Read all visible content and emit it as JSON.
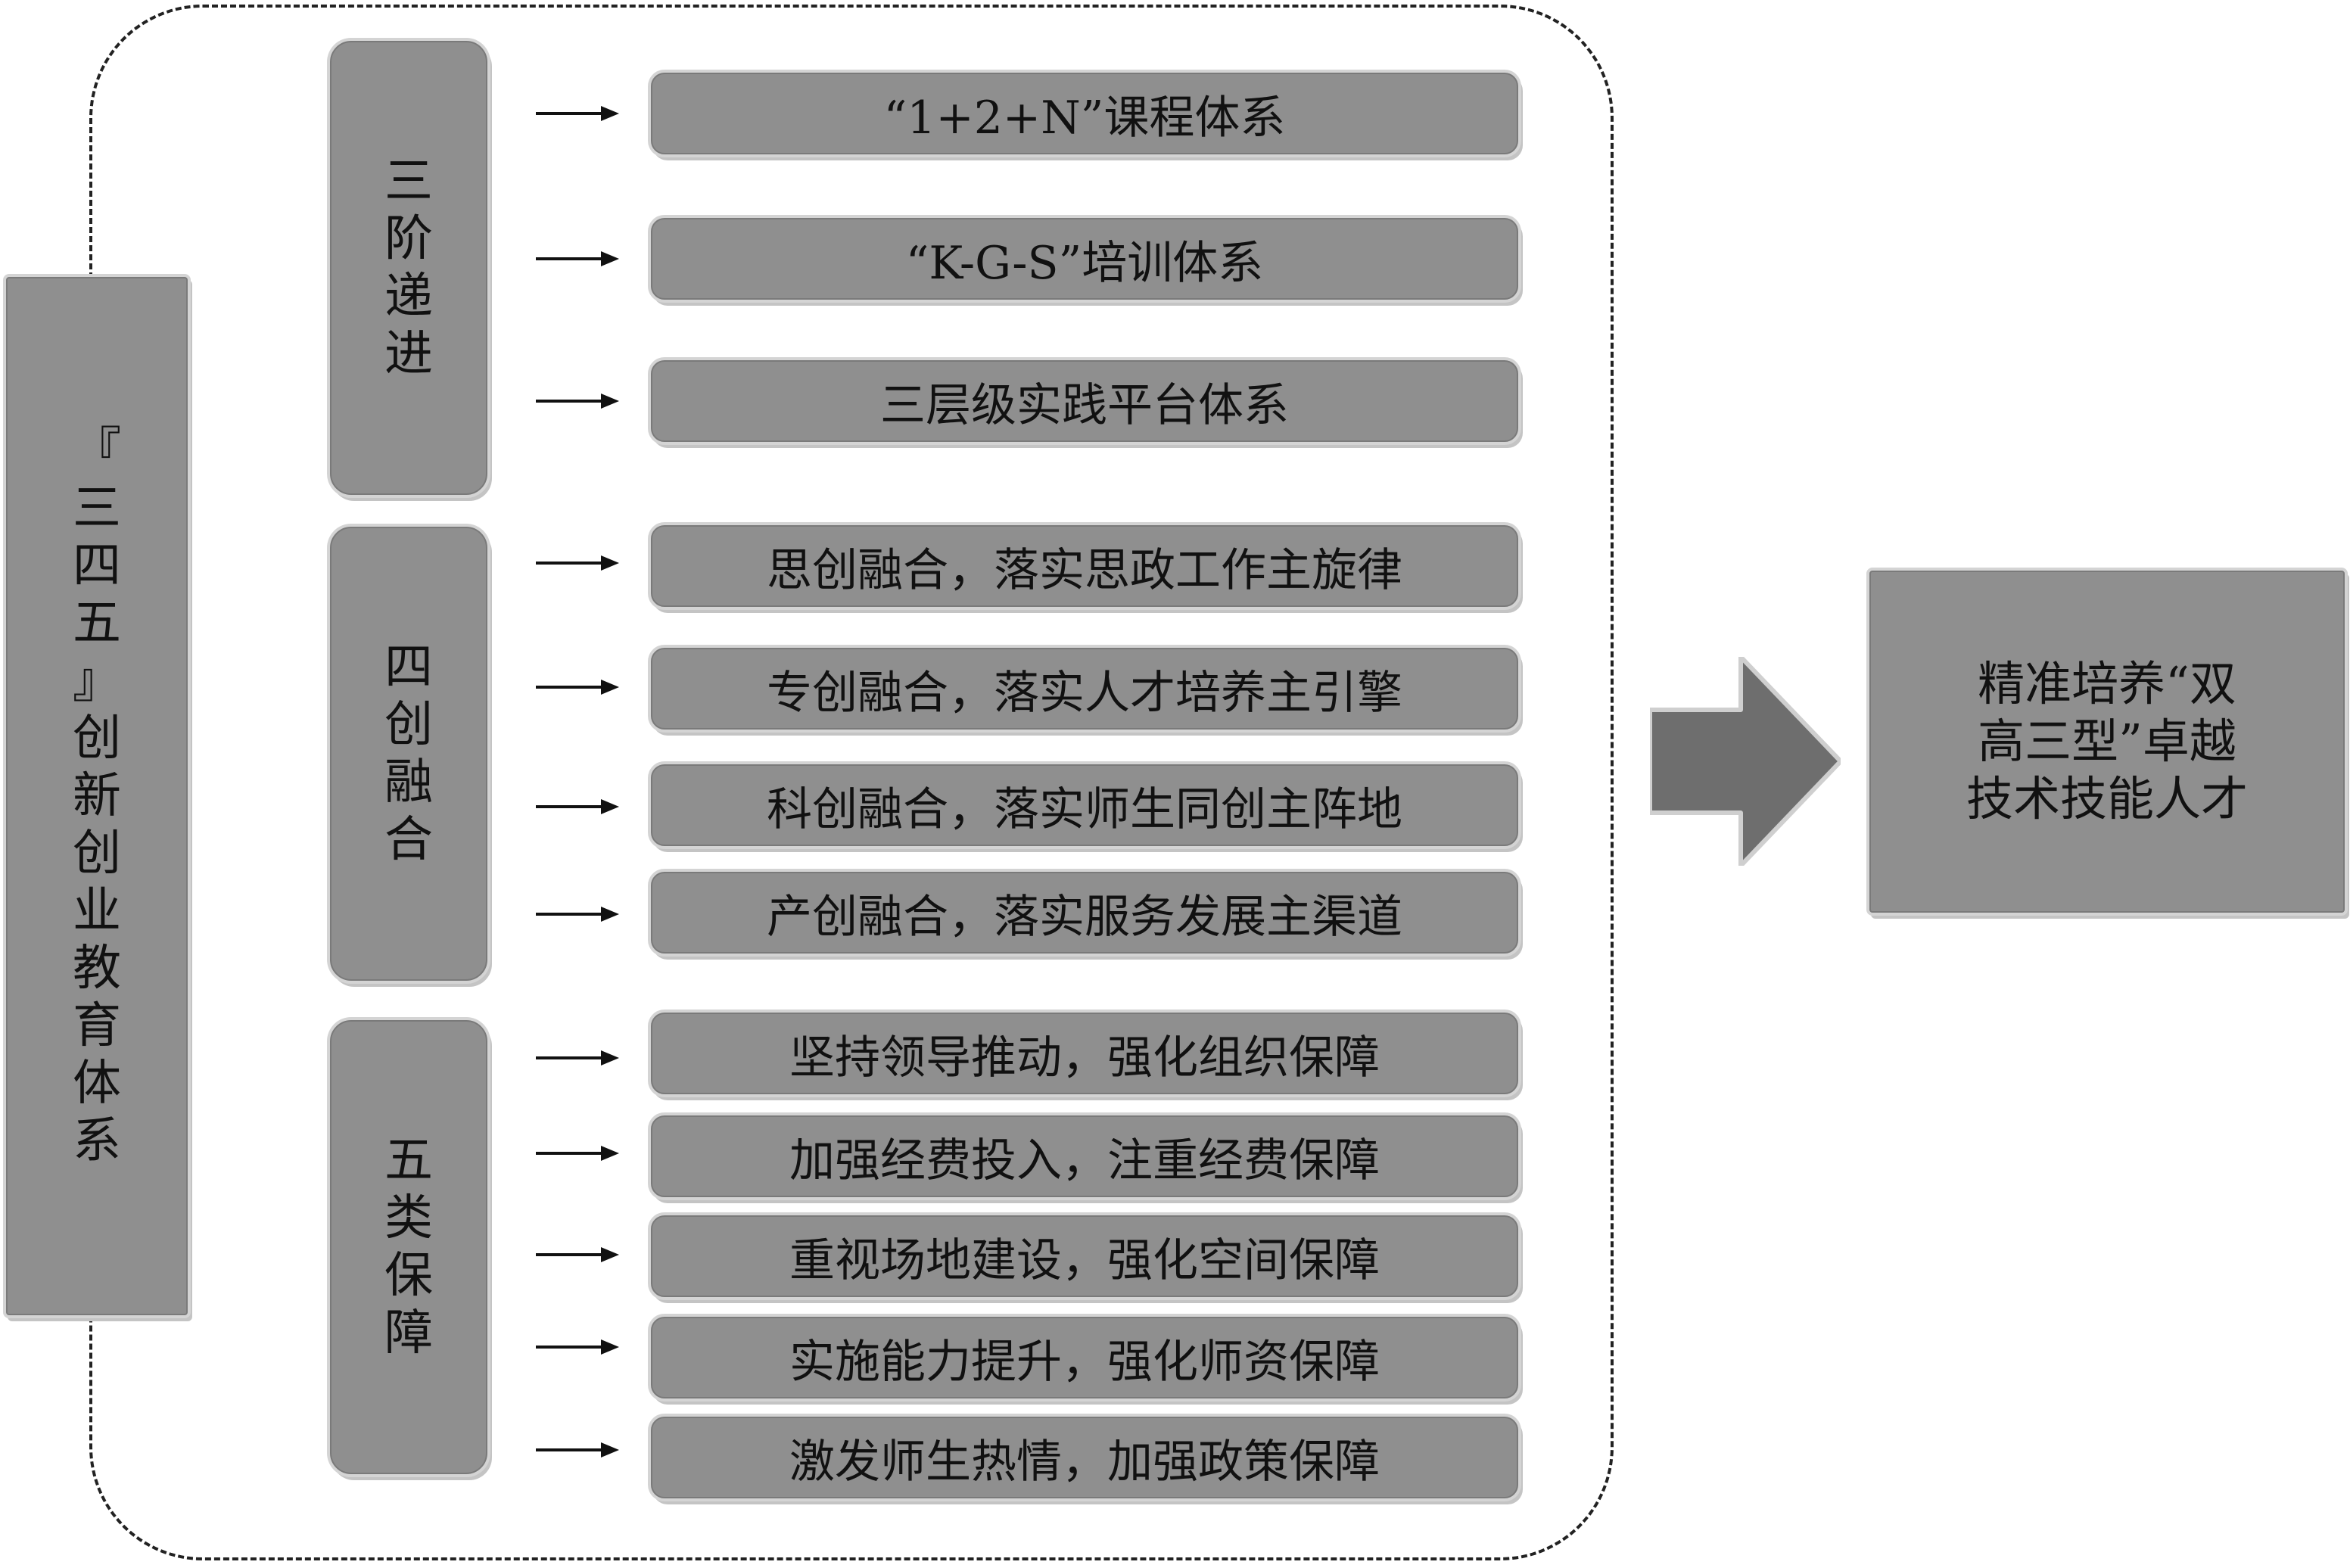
{
  "main": {
    "chars": [
      "『",
      "三",
      "四",
      "五",
      "』",
      "创",
      "新",
      "创",
      "业",
      "教",
      "育",
      "体",
      "系"
    ]
  },
  "groups": [
    {
      "chars": [
        "三",
        "阶",
        "递",
        "进"
      ]
    },
    {
      "chars": [
        "四",
        "创",
        "融",
        "合"
      ]
    },
    {
      "chars": [
        "五",
        "类",
        "保",
        "障"
      ]
    }
  ],
  "items": [
    "“1+2+N”课程体系",
    "“K-G-S”培训体系",
    "三层级实践平台体系",
    "思创融合，落实思政工作主旋律",
    "专创融合，落实人才培养主引擎",
    "科创融合，落实师生同创主阵地",
    "产创融合，落实服务发展主渠道",
    "坚持领导推动，强化组织保障",
    "加强经费投入，注重经费保障",
    "重视场地建设，强化空间保障",
    "实施能力提升，强化师资保障",
    "激发师生热情，加强政策保障"
  ],
  "result": {
    "lines": [
      "精准培养“双",
      "高三型”卓越",
      "技术技能人才"
    ]
  },
  "colors": {
    "box_fill": "#8f8f8f",
    "arrow_fill": "#6e6e6e",
    "text": "#111111"
  }
}
